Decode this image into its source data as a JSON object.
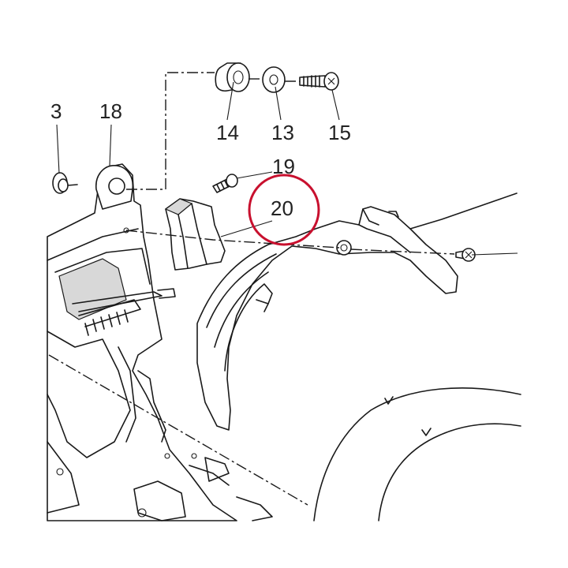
{
  "labels": {
    "p3": "3",
    "p18": "18",
    "p14": "14",
    "p13": "13",
    "p15": "15",
    "p19": "19",
    "p20": "20"
  },
  "colors": {
    "line": "#1a1a1a",
    "highlight": "#c8102e",
    "background": "#ffffff"
  }
}
